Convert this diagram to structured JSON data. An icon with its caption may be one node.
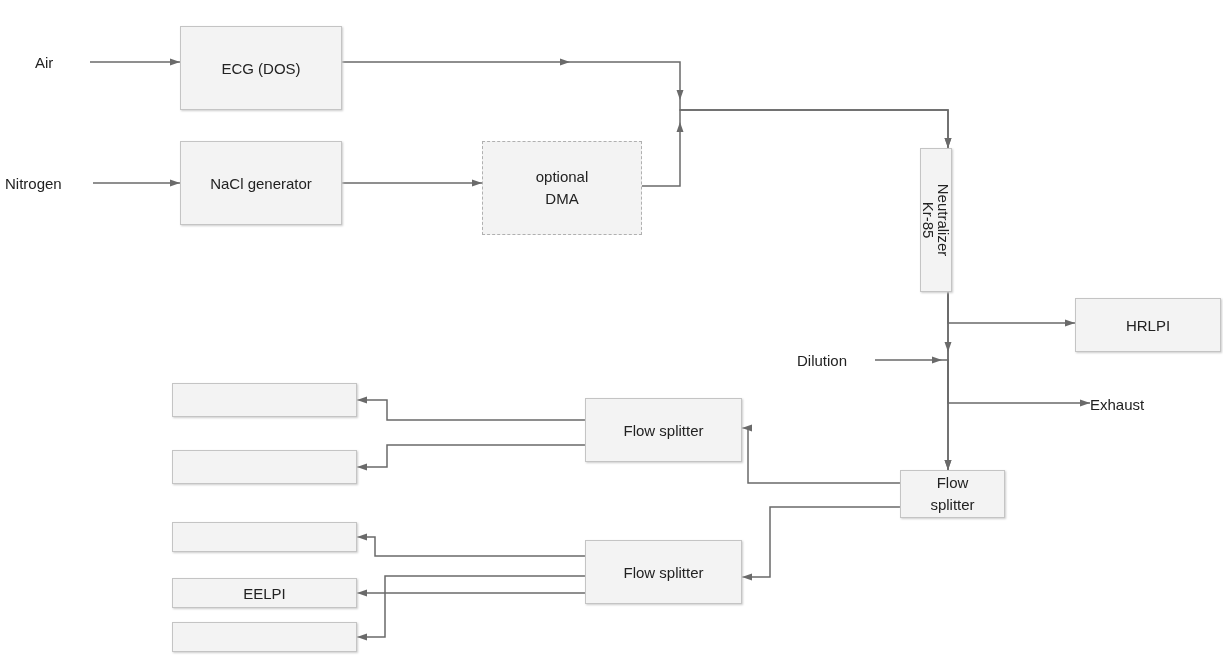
{
  "diagram": {
    "nodes": [
      {
        "text": [
          "Air"
        ]
      },
      {
        "text": [
          "ECG (DOS)"
        ]
      },
      {
        "text": [
          "Nitrogen"
        ]
      },
      {
        "text": [
          "NaCl generator"
        ]
      },
      {
        "text": [
          "optional DMA"
        ]
      },
      {
        "text": [
          "Neutralizer Kr-85"
        ]
      },
      {
        "text": [
          "HRLPI"
        ]
      },
      {
        "text": [
          "Dilution"
        ]
      },
      {
        "text": [
          "Exhaust"
        ]
      },
      {
        "text": [
          "Flow splitter"
        ]
      },
      {
        "text": [
          "Flow splitter"
        ]
      },
      {
        "text": [
          "Flow splitter"
        ]
      },
      {
        "text": [],
        "shape": "box"
      },
      {
        "text": [],
        "shape": "box"
      },
      {
        "text": [],
        "shape": "box"
      },
      {
        "text": [
          "EELPI"
        ]
      },
      {
        "text": [],
        "shape": "box"
      }
    ],
    "edges": [
      {
        "from": 0,
        "to": 1,
        "arrow": "to"
      },
      {
        "from": 2,
        "to": 3,
        "arrow": "to"
      },
      {
        "from": 3,
        "to": 4,
        "arrow": "to"
      },
      {
        "from": 1,
        "to": 5,
        "arrow": "to"
      },
      {
        "from": 4,
        "to": 5,
        "arrow": "to"
      },
      {
        "from": 5,
        "to": 6,
        "arrow": "to"
      },
      {
        "from": 7,
        "to": 9,
        "arrow": "to"
      },
      {
        "from": 5,
        "to": 8,
        "arrow": "to"
      },
      {
        "from": 5,
        "to": 9,
        "arrow": "to"
      },
      {
        "from": 9,
        "to": 10,
        "arrow": "to"
      },
      {
        "from": 9,
        "to": 11,
        "arrow": "to"
      },
      {
        "from": 10,
        "to": 12,
        "arrow": "to"
      },
      {
        "from": 10,
        "to": 13,
        "arrow": "to"
      },
      {
        "from": 11,
        "to": 14,
        "arrow": "to"
      },
      {
        "from": 11,
        "to": 15,
        "arrow": "to"
      },
      {
        "from": 11,
        "to": 16,
        "arrow": "to"
      }
    ]
  }
}
